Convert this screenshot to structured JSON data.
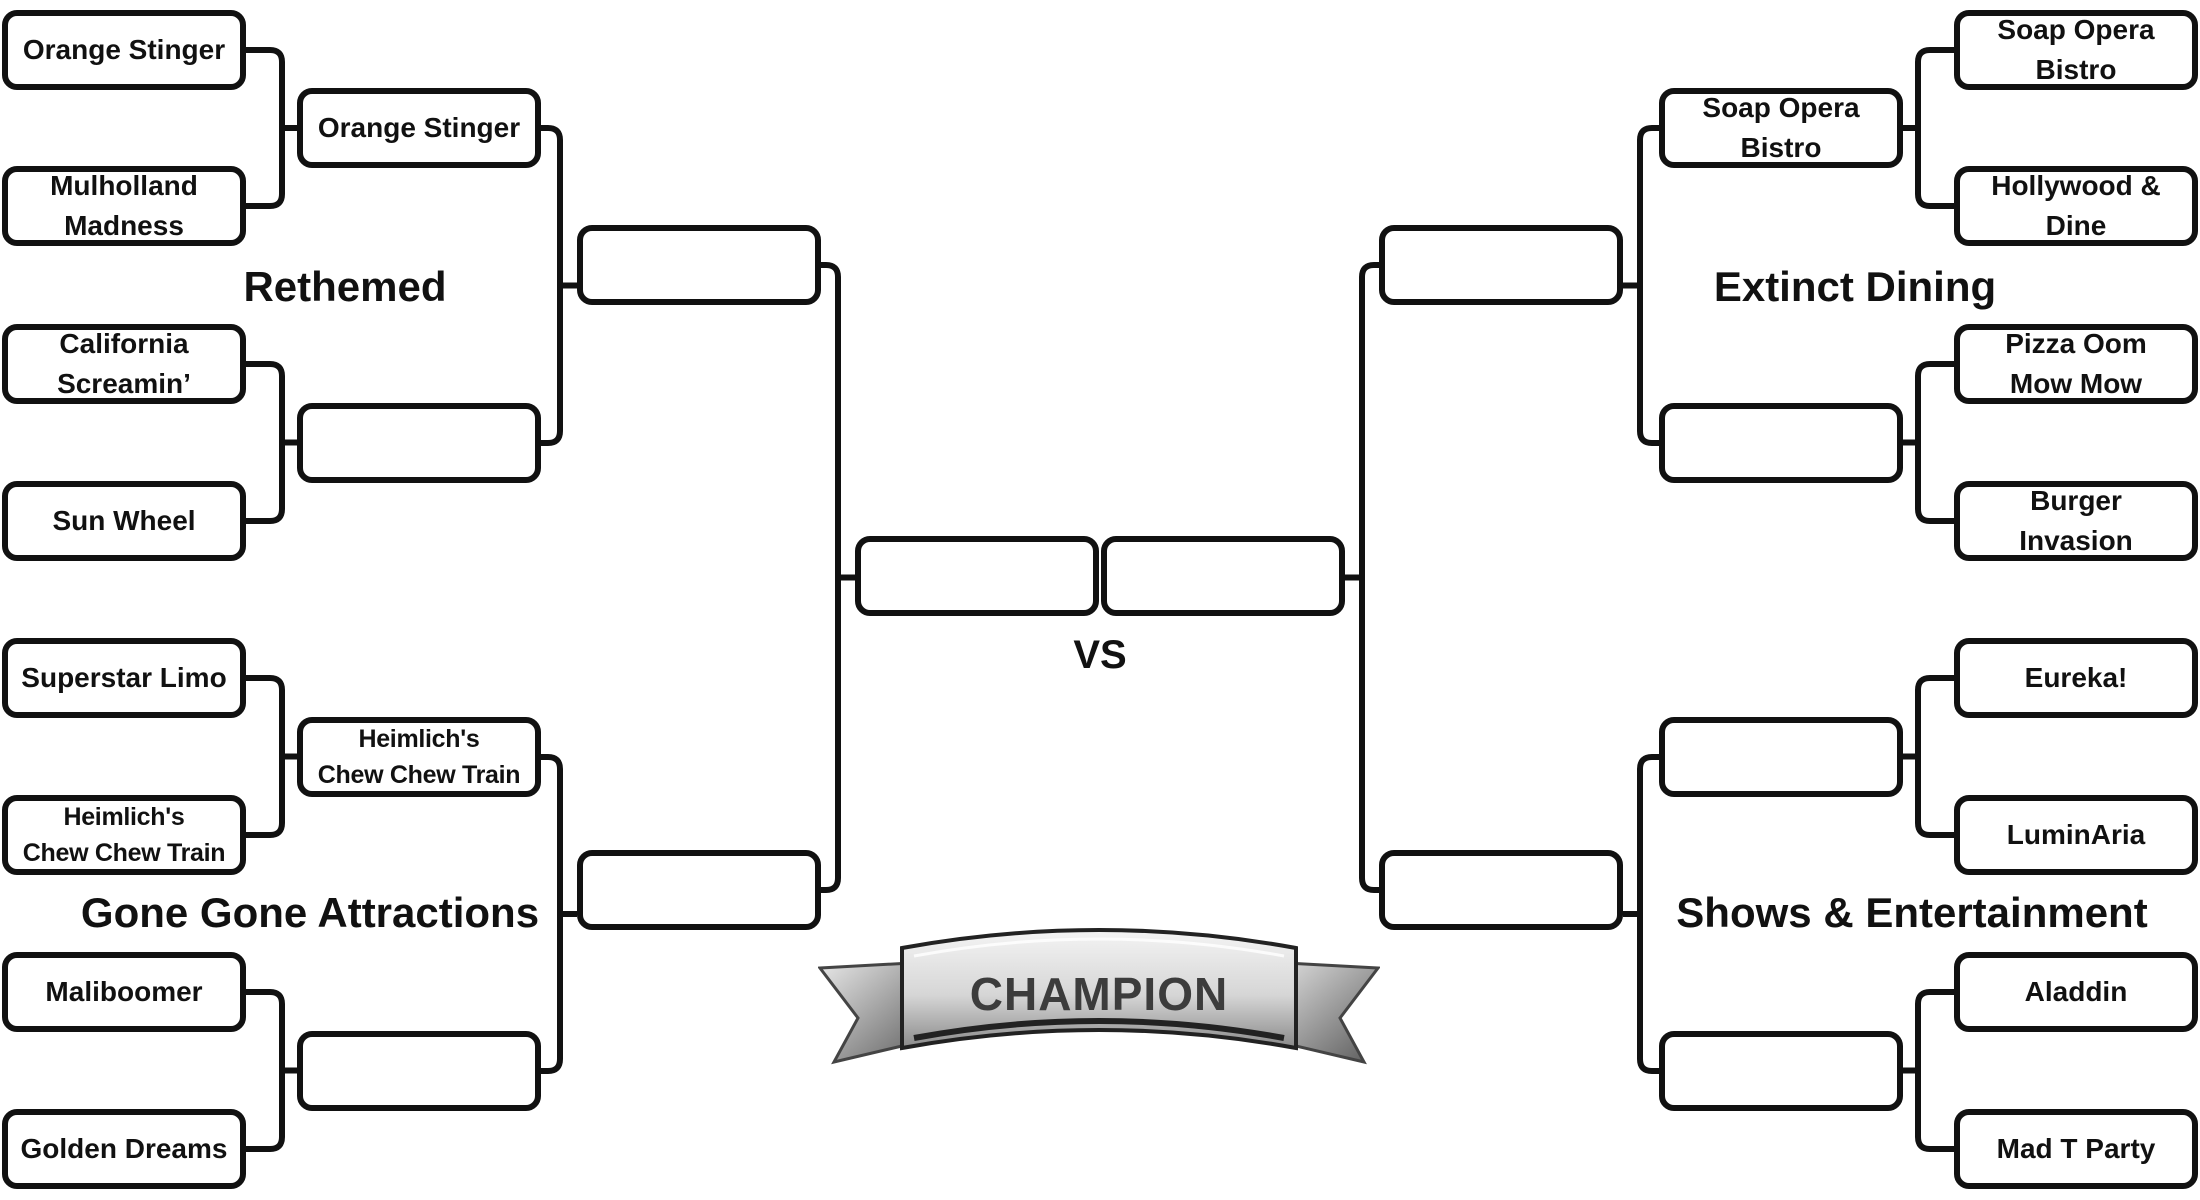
{
  "regions": {
    "top_left": "Rethemed",
    "bottom_left": "Gone Gone Attractions",
    "top_right": "Extinct Dining",
    "bottom_right": "Shows & Entertainment"
  },
  "left": {
    "round1": [
      "Orange Stinger",
      "Mulholland\nMadness",
      "California\nScreamin’",
      "Sun Wheel",
      "Superstar Limo",
      "Heimlich's\nChew Chew Train",
      "Maliboomer",
      "Golden Dreams"
    ],
    "round2": [
      "Orange Stinger",
      "",
      "Heimlich's\nChew Chew Train",
      ""
    ],
    "round3": [
      "",
      ""
    ],
    "finalist": ""
  },
  "right": {
    "round1": [
      "Soap Opera\nBistro",
      "Hollywood &\nDine",
      "Pizza Oom\nMow Mow",
      "Burger\nInvasion",
      "Eureka!",
      "LuminAria",
      "Aladdin",
      "Mad T Party"
    ],
    "round2": [
      "Soap Opera\nBistro",
      "",
      "",
      ""
    ],
    "round3": [
      "",
      ""
    ],
    "finalist": ""
  },
  "vs_label": "VS",
  "champion_label": "CHAMPION",
  "colors": {
    "line": "#111111",
    "background": "#ffffff",
    "ribbon": "#cfcfcf"
  }
}
